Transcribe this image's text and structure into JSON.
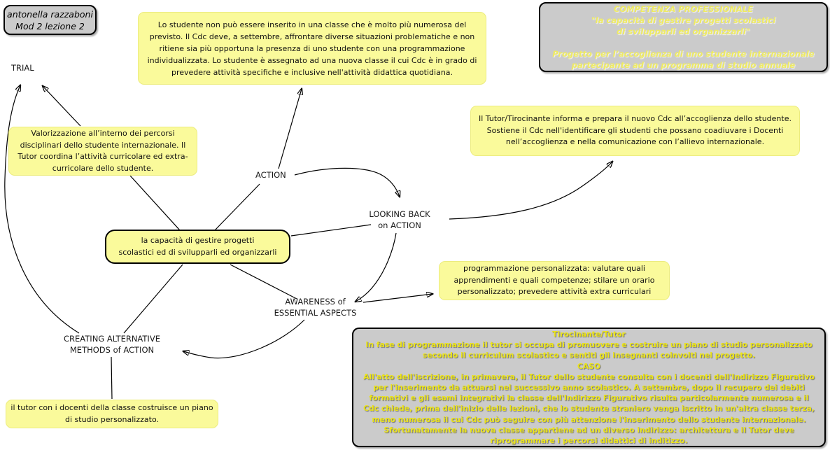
{
  "title": "Concept map - ALACT model, accoglienza studente internazionale",
  "colors": {
    "note_yellow": "#fafa9b",
    "box_gray": "#cbcbcb",
    "yellow_text_competenza": "#eeea63",
    "yellow_text_caso": "#ece419",
    "line_black": "#000000"
  },
  "author_box": {
    "text": "antonella razzaboni\nMod 2 lezione 2"
  },
  "competenza_box": {
    "text": "COMPETENZA PROFESSIONALE\n\"la capacità di gestire progetti scolastici\ndi svilupparli ed organizzarli\"\n\nProgetto per l’accoglienza di uno studente internazionale\npartecipante ad un programma di studio annuale"
  },
  "labels": {
    "trial": "TRIAL",
    "action": "ACTION",
    "looking_back": "LOOKING BACK\non ACTION",
    "awareness": "AWARENESS of\nESSENTIAL ASPECTS",
    "creating": "CREATING ALTERNATIVE\nMETHODS of ACTION"
  },
  "center_concept": {
    "text": "la capacità di gestire progetti\nscolastici ed di svilupparli ed organizzarli"
  },
  "notes": {
    "studente": "Lo studente non può essere inserito in una classe che è molto più numerosa del previsto. Il Cdc deve, a settembre, affrontare diverse situazioni problematiche e non ritiene sia più opportuna la presenza di uno studente con una programmazione individualizzata. Lo studente è assegnato ad una nuova classe il cui Cdc è in grado di prevedere  attività specifiche e inclusive nell'attività didattica quotidiana.",
    "valorizzazione": "Valorizzazione all’interno dei percorsi disciplinari dello studente internazionale. Il Tutor coordina l’attività curricolare ed extra-curricolare dello studente.",
    "tutor_tirocinante": "Il Tutor/Tirocinante informa e prepara il nuovo Cdc all’accoglienza dello studente. Sostiene il Cdc nell'identificare gli studenti che possano coadiuvare i Docenti nell’accoglienza e nella comunicazione con l’allievo internazionale.",
    "programmazione": "programmazione personalizzata: valutare quali apprendimenti e quali competenze; stilare un orario personalizzato; prevedere attività extra curriculari",
    "piano_studio": "il tutor con i docenti della classe costruisce un piano di studio personalizzato."
  },
  "caso_box": {
    "text": "Tirocinante/Tutor\nIn fase di programmazione il tutor si occupa di promuovere e costruire un piano di studio personalizzato secondo il curriculum scolastico e sentiti gli insegnanti coinvolti nel progetto.\nCASO\nAll'atto dell'iscrizione, in primavera, il Tutor dello studente consulta con i docenti dell'Indirizzo Figurativo per l'inserimento da attuarsi nel successivo anno scolastico. A settembre, dopo il recupero dei debiti formativi e gli esami integrativi la classe dell'Indirizzo Figurativo risulta particolarmente numerosa e il Cdc chiede, prima dell'inizio delle lezioni, che lo studente straniero venga iscritto in un'altra classe terza, meno numerosa il cui Cdc può seguire con più attenzione l'inserimento dello studente internazionale. Sfortunatamente la nuova classe appartiene ad un diverso indirizzo: architettura e il Tutor deve riprogrammare i percorsi didattici di inditizzo."
  },
  "edges": [
    {
      "from": "action",
      "to": "note-studente",
      "type": "arrow"
    },
    {
      "from": "action",
      "to": "looking-back",
      "type": "arrow"
    },
    {
      "from": "looking-back",
      "to": "note-tutor-tirocinante",
      "type": "arrow"
    },
    {
      "from": "looking-back",
      "to": "awareness",
      "type": "arrow"
    },
    {
      "from": "awareness",
      "to": "note-programmazione",
      "type": "arrow"
    },
    {
      "from": "awareness",
      "to": "creating",
      "type": "arrow"
    },
    {
      "from": "creating",
      "to": "trial",
      "type": "arrow"
    },
    {
      "from": "note-valorizzazione",
      "to": "trial",
      "type": "arrow"
    },
    {
      "from": "center-concept",
      "to": "action",
      "type": "line"
    },
    {
      "from": "center-concept",
      "to": "looking-back",
      "type": "line"
    },
    {
      "from": "center-concept",
      "to": "awareness",
      "type": "line"
    },
    {
      "from": "center-concept",
      "to": "creating",
      "type": "line"
    },
    {
      "from": "center-concept",
      "to": "note-valorizzazione",
      "type": "line"
    },
    {
      "from": "creating",
      "to": "note-piano-studio",
      "type": "line"
    }
  ]
}
